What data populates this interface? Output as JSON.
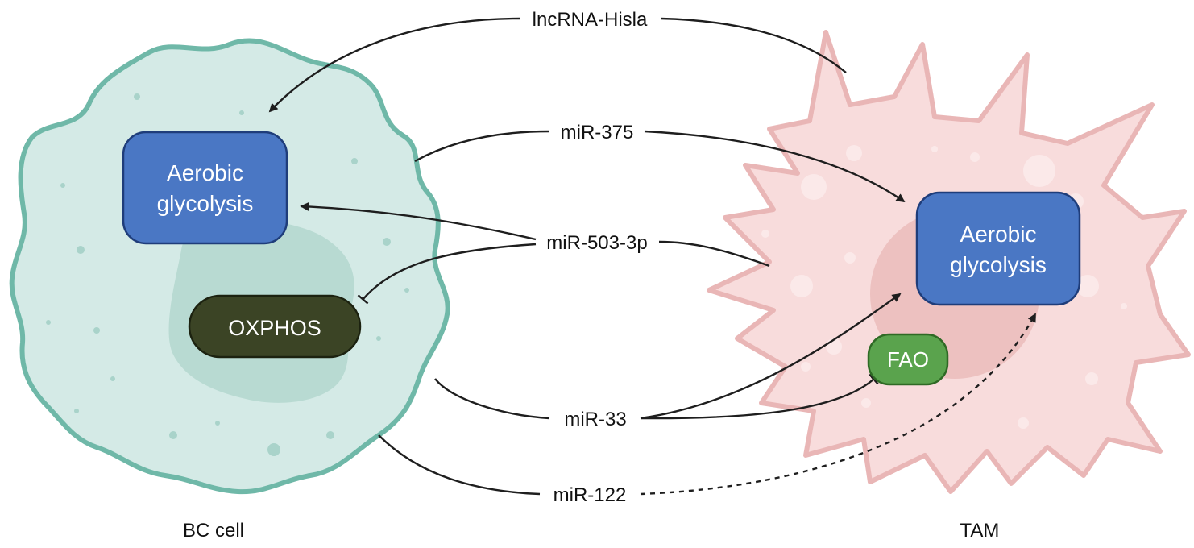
{
  "cells": {
    "left": {
      "label": "BC cell"
    },
    "right": {
      "label": "TAM"
    }
  },
  "boxes": {
    "bc_glycolysis": [
      "Aerobic",
      "glycolysis"
    ],
    "bc_oxphos": "OXPHOS",
    "tam_glycolysis": [
      "Aerobic",
      "glycolysis"
    ],
    "tam_fao": "FAO"
  },
  "mediators": {
    "lncrna": "lncRNA-Hisla",
    "mir375": "miR-375",
    "mir503": "miR-503-3p",
    "mir33": "miR-33",
    "mir122": "miR-122"
  },
  "colors": {
    "bc_cell_fill": "#d4eae6",
    "bc_cell_stroke": "#6fb8a8",
    "bc_nucleus": "#b6d9d1",
    "tam_cell_fill": "#f8dcdc",
    "tam_cell_stroke": "#e9b6b6",
    "tam_nucleus": "#ebbcbb",
    "glycolysis_box": "#4a77c4",
    "oxphos_box": "#3b4425",
    "fao_box": "#5aa34d",
    "arrow": "#1e1e1e"
  }
}
